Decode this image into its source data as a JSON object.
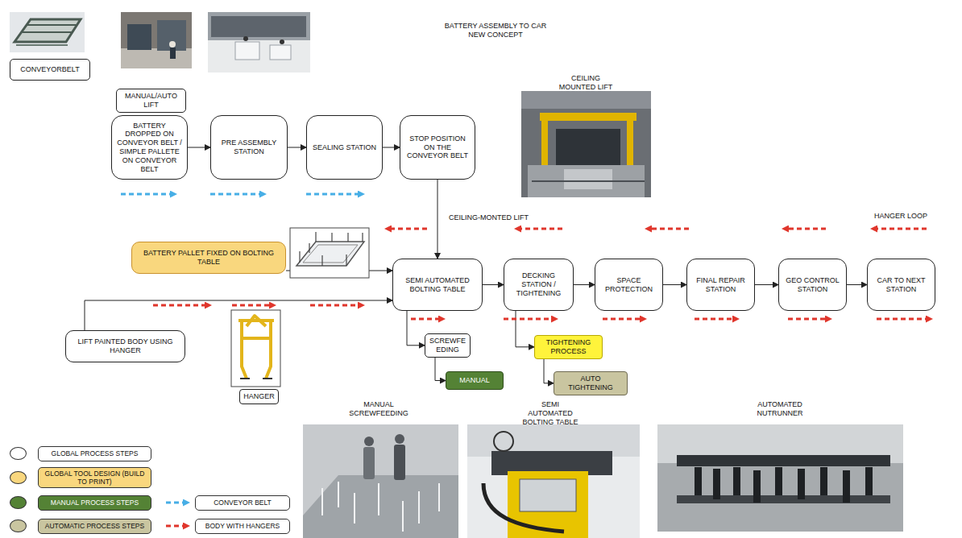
{
  "diagram": {
    "title": "BATTERY ASSEMBLY TO CAR NEW CONCEPT",
    "nodes": [
      {
        "text": [
          "CONVEYORBELT"
        ]
      },
      {
        "text": [
          "MANUAL/AUTO LIFT"
        ]
      },
      {
        "text": [
          "BATTERY DROPPED ON CONVEYOR BELT / SIMPLE PALLETE ON CONVEYOR BELT"
        ]
      },
      {
        "text": [
          "PRE ASSEMBLY STATION"
        ]
      },
      {
        "text": [
          "SEALING STATION"
        ]
      },
      {
        "text": [
          "STOP POSITION ON THE CONVEYOR BELT"
        ]
      },
      {
        "text": [
          "BATTERY PALLET FIXED ON BOLTING TABLE"
        ]
      },
      {
        "text": [
          "SEMI AUTOMATED BOLTING TABLE"
        ]
      },
      {
        "text": [
          "DECKING STATION / TIGHTENING"
        ]
      },
      {
        "text": [
          "SPACE PROTECTION"
        ]
      },
      {
        "text": [
          "FINAL REPAIR STATION"
        ]
      },
      {
        "text": [
          "GEO CONTROL STATION"
        ]
      },
      {
        "text": [
          "CAR TO NEXT STATION"
        ]
      },
      {
        "text": [
          "LIFT PAINTED BODY USING HANGER"
        ]
      },
      {
        "text": [
          "SCREWFEEDING"
        ]
      },
      {
        "text": [
          "TIGHTENING PROCESS"
        ]
      },
      {
        "text": [
          "MANUAL"
        ]
      },
      {
        "text": [
          "AUTO TIGHTENING"
        ]
      },
      {
        "text": [
          "HANGER"
        ]
      }
    ],
    "edges": [
      {
        "from": 2,
        "to": 3,
        "arrow": "to"
      },
      {
        "from": 3,
        "to": 4,
        "arrow": "to"
      },
      {
        "from": 4,
        "to": 5,
        "arrow": "to"
      },
      {
        "from": 5,
        "to": 7,
        "label": "CEILING-MONTED LIFT",
        "arrow": "to"
      },
      {
        "from": 6,
        "to": 7,
        "arrow": "to"
      },
      {
        "from": 13,
        "to": 7,
        "arrow": "to"
      },
      {
        "from": 7,
        "to": 8,
        "arrow": "to"
      },
      {
        "from": 8,
        "to": 9,
        "arrow": "to"
      },
      {
        "from": 9,
        "to": 10,
        "arrow": "to"
      },
      {
        "from": 10,
        "to": 11,
        "arrow": "to"
      },
      {
        "from": 11,
        "to": 12,
        "arrow": "to"
      },
      {
        "from": 7,
        "to": 14,
        "arrow": "to"
      },
      {
        "from": 14,
        "to": 16,
        "arrow": "to"
      },
      {
        "from": 8,
        "to": 15,
        "arrow": "to"
      },
      {
        "from": 15,
        "to": 17,
        "arrow": "to"
      }
    ],
    "labels": [
      "CEILING MOUNTED LIFT",
      "HANGER LOOP",
      "MANUAL SCREWFEEDING",
      "SEMI AUTOMATED BOLTING TABLE",
      "AUTOMATED NUTRUNNER"
    ],
    "legend": [
      {
        "text": "GLOBAL PROCESS STEPS",
        "color": "#ffffff"
      },
      {
        "text": "GLOBAL TOOL DESIGN (BUILD TO PRINT)",
        "color": "#f9d77e"
      },
      {
        "text": "MANUAL PROCESS STEPS",
        "color": "#548235"
      },
      {
        "text": "AUTOMATIC PROCESS STEPS",
        "color": "#c9c5a0"
      },
      {
        "text": "CONVEYOR BELT"
      },
      {
        "text": "BODY WITH HANGERS"
      }
    ]
  }
}
